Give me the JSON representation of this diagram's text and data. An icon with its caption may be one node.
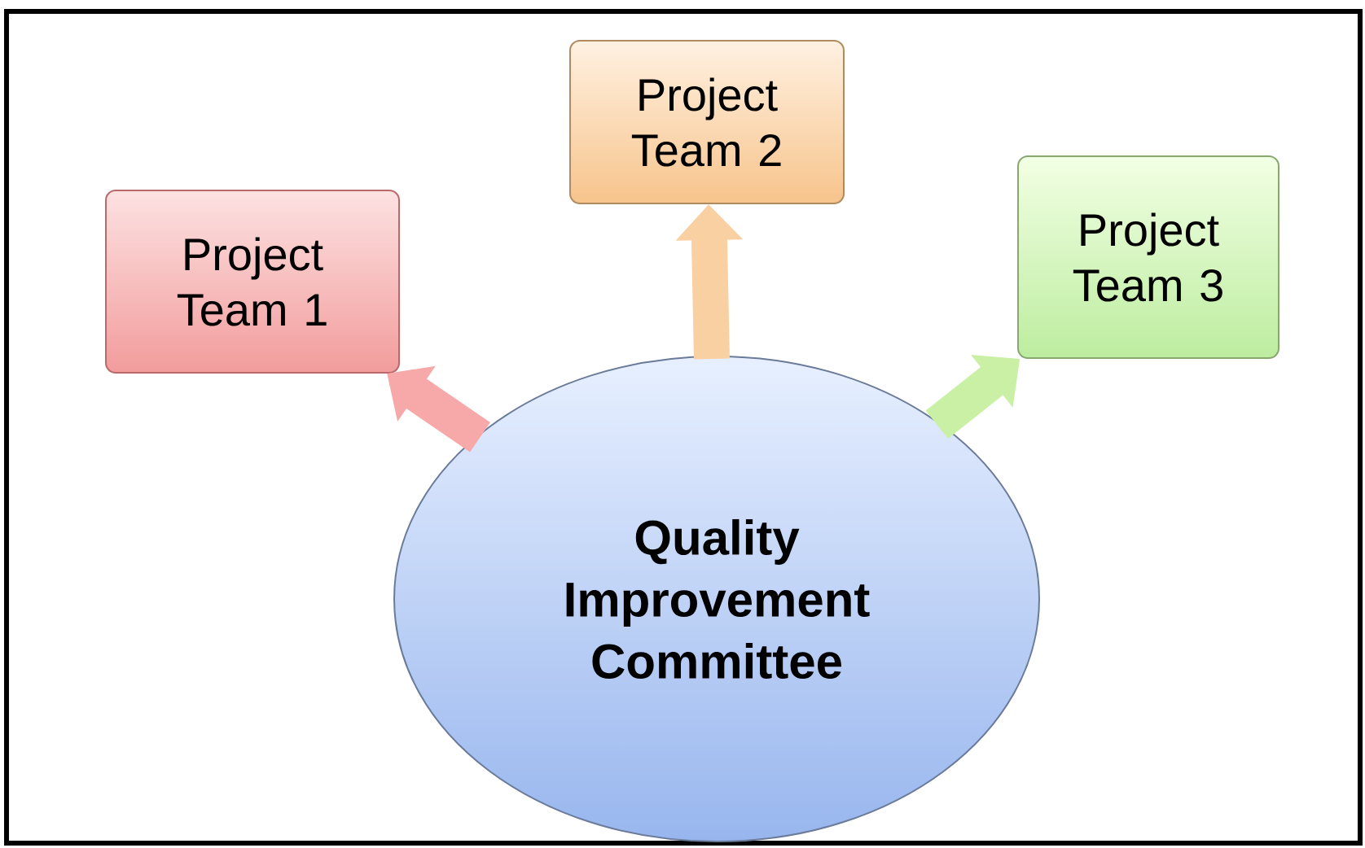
{
  "diagram": {
    "nodes": [
      {
        "text": [
          "Quality Improvement Committee"
        ]
      },
      {
        "text": [
          "Project Team 1"
        ]
      },
      {
        "text": [
          "Project Team 2"
        ]
      },
      {
        "text": [
          "Project Team 3"
        ]
      }
    ],
    "edges": [
      {
        "from": 0,
        "to": 1,
        "arrow": "to",
        "color": "#f7a8a8"
      },
      {
        "from": 0,
        "to": 2,
        "arrow": "to",
        "color": "#f9d0a2"
      },
      {
        "from": 0,
        "to": 3,
        "arrow": "to",
        "color": "#c9f0a4"
      }
    ]
  }
}
